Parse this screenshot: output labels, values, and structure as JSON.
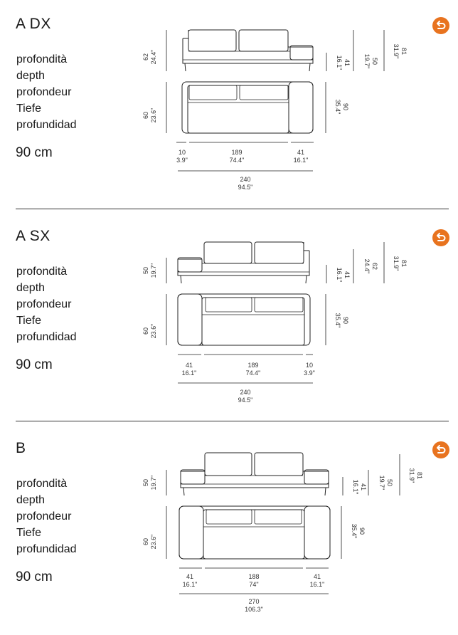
{
  "labels": [
    "profondità",
    "depth",
    "profondeur",
    "Tiefe",
    "profundidad"
  ],
  "back_icon": "circular-arrow-back-icon",
  "accent_color": "#e8731f",
  "sections": [
    {
      "title": "A DX",
      "depth": "90 cm",
      "dims": {
        "front_left_cm": "62",
        "front_left_in": "24.4\"",
        "h_mid_cm": "41",
        "h_mid_in": "16.1\"",
        "h_arm_cm": "50",
        "h_arm_in": "19.7\"",
        "h_total_cm": "81",
        "h_total_in": "31.9\"",
        "plan_left_cm": "60",
        "plan_left_in": "23.6\"",
        "plan_right_cm": "90",
        "plan_right_in": "35.4\"",
        "w1_cm": "10",
        "w1_in": "3.9\"",
        "w2_cm": "189",
        "w2_in": "74.4\"",
        "w3_cm": "41",
        "w3_in": "16.1\"",
        "wt_cm": "240",
        "wt_in": "94.5\""
      }
    },
    {
      "title": "A SX",
      "depth": "90 cm",
      "dims": {
        "front_left_cm": "50",
        "front_left_in": "19.7\"",
        "h_mid_cm": "41",
        "h_mid_in": "16.1\"",
        "h_arm_cm": "62",
        "h_arm_in": "24.4\"",
        "h_total_cm": "81",
        "h_total_in": "31.9\"",
        "plan_left_cm": "60",
        "plan_left_in": "23.6\"",
        "plan_right_cm": "90",
        "plan_right_in": "35.4\"",
        "w1_cm": "41",
        "w1_in": "16.1\"",
        "w2_cm": "189",
        "w2_in": "74.4\"",
        "w3_cm": "10",
        "w3_in": "3.9\"",
        "wt_cm": "240",
        "wt_in": "94.5\""
      }
    },
    {
      "title": "B",
      "depth": "90 cm",
      "dims": {
        "front_left_cm": "50",
        "front_left_in": "19.7\"",
        "h_mid_cm": "41",
        "h_mid_in": "16.1\"",
        "h_arm_cm": "50",
        "h_arm_in": "19.7\"",
        "h_total_cm": "81",
        "h_total_in": "31.9\"",
        "plan_left_cm": "60",
        "plan_left_in": "23.6\"",
        "plan_right_cm": "90",
        "plan_right_in": "35.4\"",
        "w1_cm": "41",
        "w1_in": "16.1\"",
        "w2_cm": "188",
        "w2_in": "74\"",
        "w3_cm": "41",
        "w3_in": "16.1\"",
        "wt_cm": "270",
        "wt_in": "106.3\""
      }
    }
  ]
}
